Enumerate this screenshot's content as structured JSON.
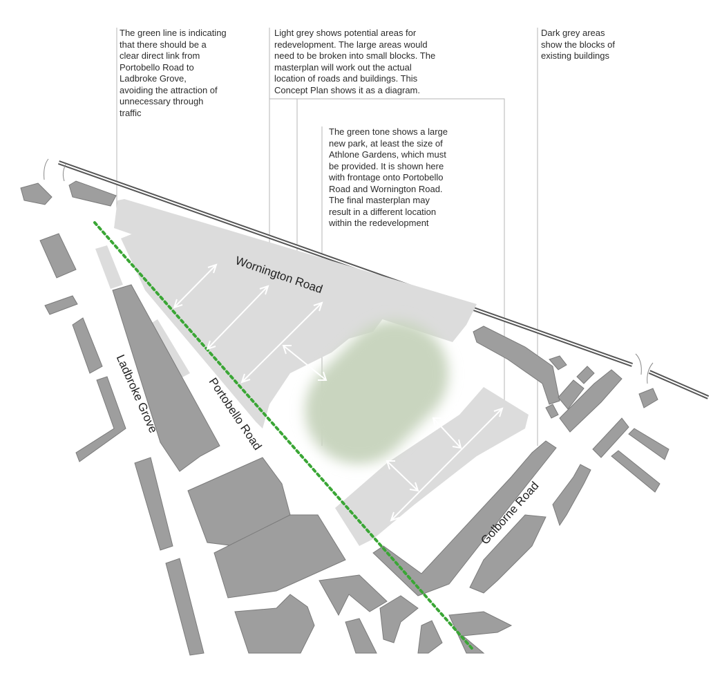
{
  "annotations": {
    "green_line": "The green line is indicating\nthat there should be a\nclear direct link from\nPortobello Road to\nLadbroke Grove,\navoiding the attraction of\nunnecessary through\ntraffic",
    "light_grey": "Light grey shows potential areas for\nredevelopment. The large areas would\nneed to be broken into small blocks. The\nmasterplan will work out the actual\nlocation of roads and buildings. This\nConcept Plan shows it as a diagram.",
    "park": "The green tone shows a large\nnew park, at least the size of\nAthlone Gardens, which must\nbe provided. It is shown here\nwith frontage onto Portobello\nRoad and Wornington Road.\nThe final masterplan may\nresult in a different location\nwithin the redevelopment",
    "dark_grey": "Dark grey areas\nshow the blocks of\nexisting buildings"
  },
  "roads": {
    "wornington": "Wornington Road",
    "ladbroke": "Ladbroke Grove",
    "portobello": "Portobello Road",
    "golborne": "Golborne Road"
  },
  "colors": {
    "existing_buildings": "#9e9e9e",
    "redevelopment": "#dcdcdc",
    "park": "#c9d5bf",
    "link_line": "#3aa635",
    "railway": "#555555",
    "leader_lines": "#b5b5b5"
  }
}
